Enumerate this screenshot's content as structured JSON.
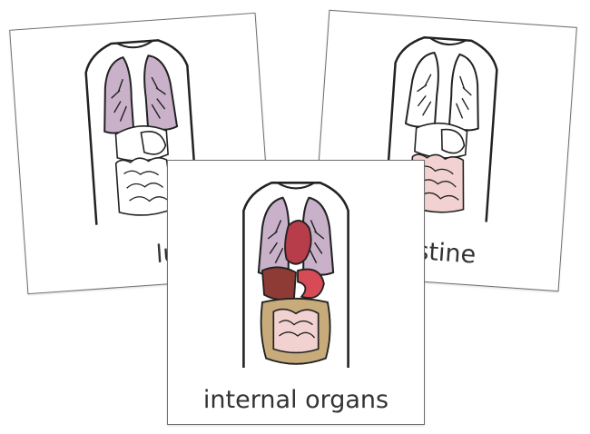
{
  "cards": {
    "left": {
      "label": "lun"
    },
    "right": {
      "label": "ntestine"
    },
    "front": {
      "label": "internal organs"
    }
  },
  "colors": {
    "lung": "#c9b2c9",
    "lung_dark": "#b49ab6",
    "heart": "#b83d4a",
    "liver": "#8e3b35",
    "stomach": "#d64b55",
    "small_intestine": "#f2d2d0",
    "large_intestine": "#c7ab7a",
    "outline": "#222222"
  },
  "icons": {
    "torso": "torso-illustration-icon",
    "lungs": "lungs-icon",
    "heart": "heart-icon",
    "liver": "liver-icon",
    "stomach": "stomach-icon",
    "intestines": "intestines-icon"
  }
}
